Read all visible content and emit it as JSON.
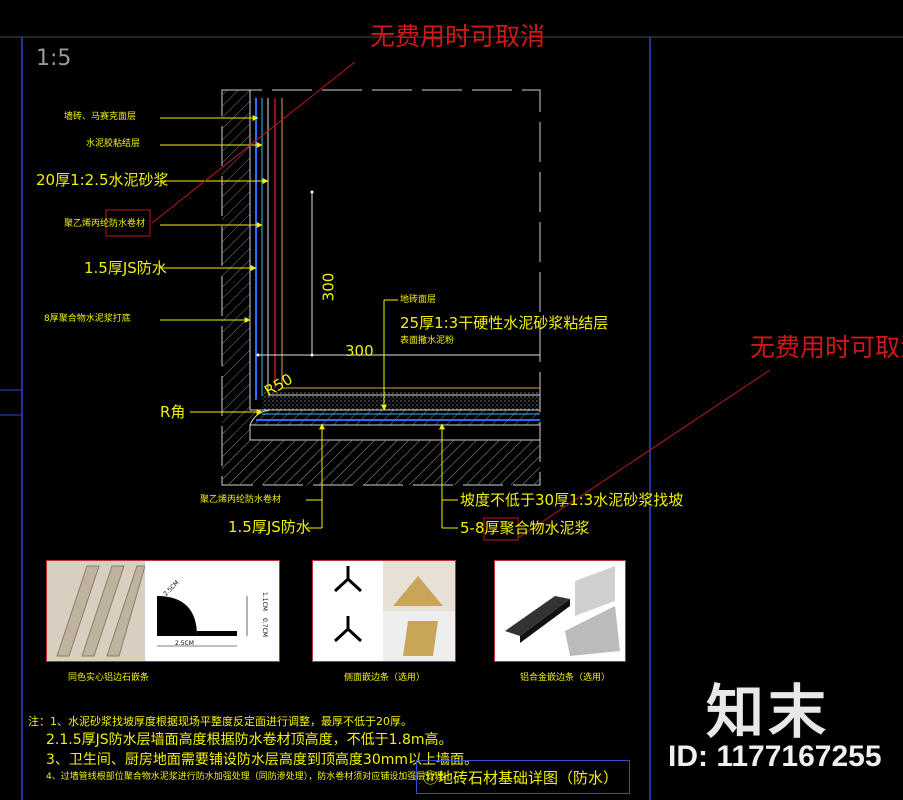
{
  "scale": "1:5",
  "annotation_red": "无费用时可取消",
  "left_labels": [
    "墙砖、马赛克面层",
    "水泥胶粘结层",
    "20厚1:2.5水泥砂浆",
    "聚乙烯丙纶防水卷材",
    "1.5厚JS防水",
    "8厚聚合物水泥浆打底"
  ],
  "right_labels": {
    "floor": "地砖面层",
    "mortar": "25厚1:3干硬性水泥砂浆粘结层",
    "cement": "表面撒水泥粉"
  },
  "r_corner": "R角",
  "r50": "R50",
  "dim_vertical": "300",
  "dim_horizontal": "300",
  "bottom_labels": {
    "membrane": "聚乙烯丙纶防水卷材",
    "js": "1.5厚JS防水",
    "slope": "坡度不低于30厚1:3水泥砂浆找坡",
    "poly": "5-8厚聚合物水泥浆"
  },
  "photo_captions": [
    "同色实心铝边石嵌条",
    "侧面嵌边条（选用）",
    "铝合金嵌边条（选用）"
  ],
  "profile_dims": {
    "w": "2.5CM",
    "h": "2.5CM",
    "a": "1.1CM",
    "b": "0.7CM"
  },
  "notes": [
    "注：1、水泥砂浆找坡厚度根据现场平整度反定面进行调整，最厚不低于20厚。",
    "2.1.5厚JS防水层墙面高度根据防水卷材顶高度，不低于1.8m高。",
    "3、卫生间、厨房地面需要铺设防水层高度到顶高度30mm以上墙面。",
    "4、过墙管线根部位聚合物水泥浆进行防水加强处理（同防渗处理），防水卷材须对应铺设加强层处理。"
  ],
  "drawing_title": "⑰地砖石材基础详图（防水）",
  "watermark_logo": "知末",
  "watermark_id": "ID: 1177167255",
  "colors": {
    "accent_yellow": "#f2f200",
    "annotation_red": "#d01818",
    "frame_blue": "#2848c8",
    "background": "#000000"
  }
}
